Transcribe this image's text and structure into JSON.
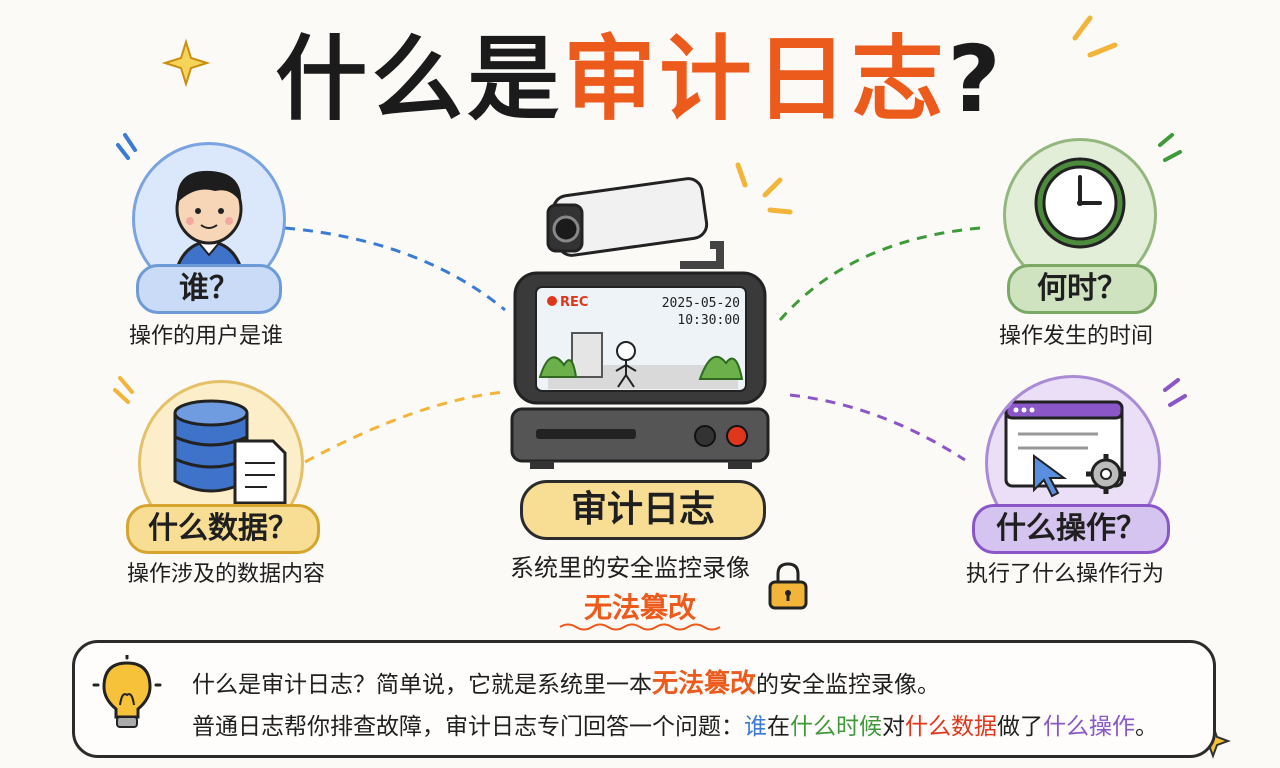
{
  "title": {
    "part1": "什么是",
    "part2": "审计日志",
    "part3": "?"
  },
  "who": {
    "label": "谁？",
    "desc": "操作的用户是谁"
  },
  "when": {
    "label": "何时？",
    "desc": "操作发生的时间"
  },
  "what_data": {
    "label": "什么数据？",
    "desc": "操作涉及的数据内容"
  },
  "what_action": {
    "label": "什么操作？",
    "desc": "执行了什么操作行为"
  },
  "center": {
    "rec": "REC",
    "date": "2025-05-20",
    "time": "10:30:00",
    "label": "审计日志",
    "sub": "系统里的安全监控录像",
    "tamper": "无法篡改"
  },
  "summary": {
    "l1_a": "什么是审计日志？简单说，它就是系统里一本",
    "l1_b": "无法篡改",
    "l1_c": "的安全监控录像。",
    "l2_a": "普通日志帮你排查故障，审计日志专门回答一个问题：",
    "l2_who": "谁",
    "l2_at": "在",
    "l2_when": "什么时候",
    "l2_to": "对",
    "l2_data": "什么数据",
    "l2_did": "做了",
    "l2_action": "什么操作",
    "l2_end": "。"
  },
  "colors": {
    "accent": "#ec5a1c",
    "blue": "#3a7bd5",
    "green": "#3f9a3a",
    "yellow": "#f3b43a",
    "purple": "#8a56c8"
  }
}
